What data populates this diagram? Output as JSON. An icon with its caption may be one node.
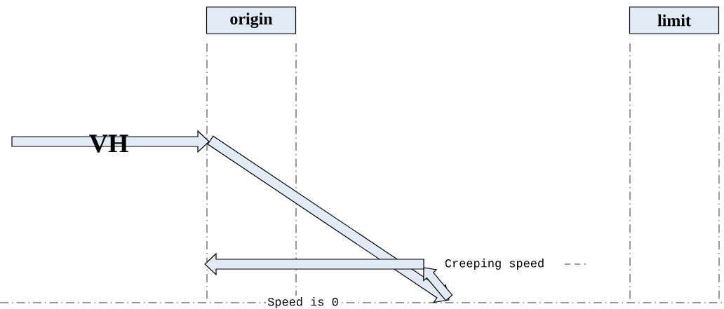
{
  "diagram": {
    "nodes": [
      {
        "text": [
          "origin"
        ]
      },
      {
        "text": [
          "limit"
        ]
      }
    ],
    "labels": [
      "VH",
      "Creeping speed",
      "Speed is 0"
    ]
  }
}
